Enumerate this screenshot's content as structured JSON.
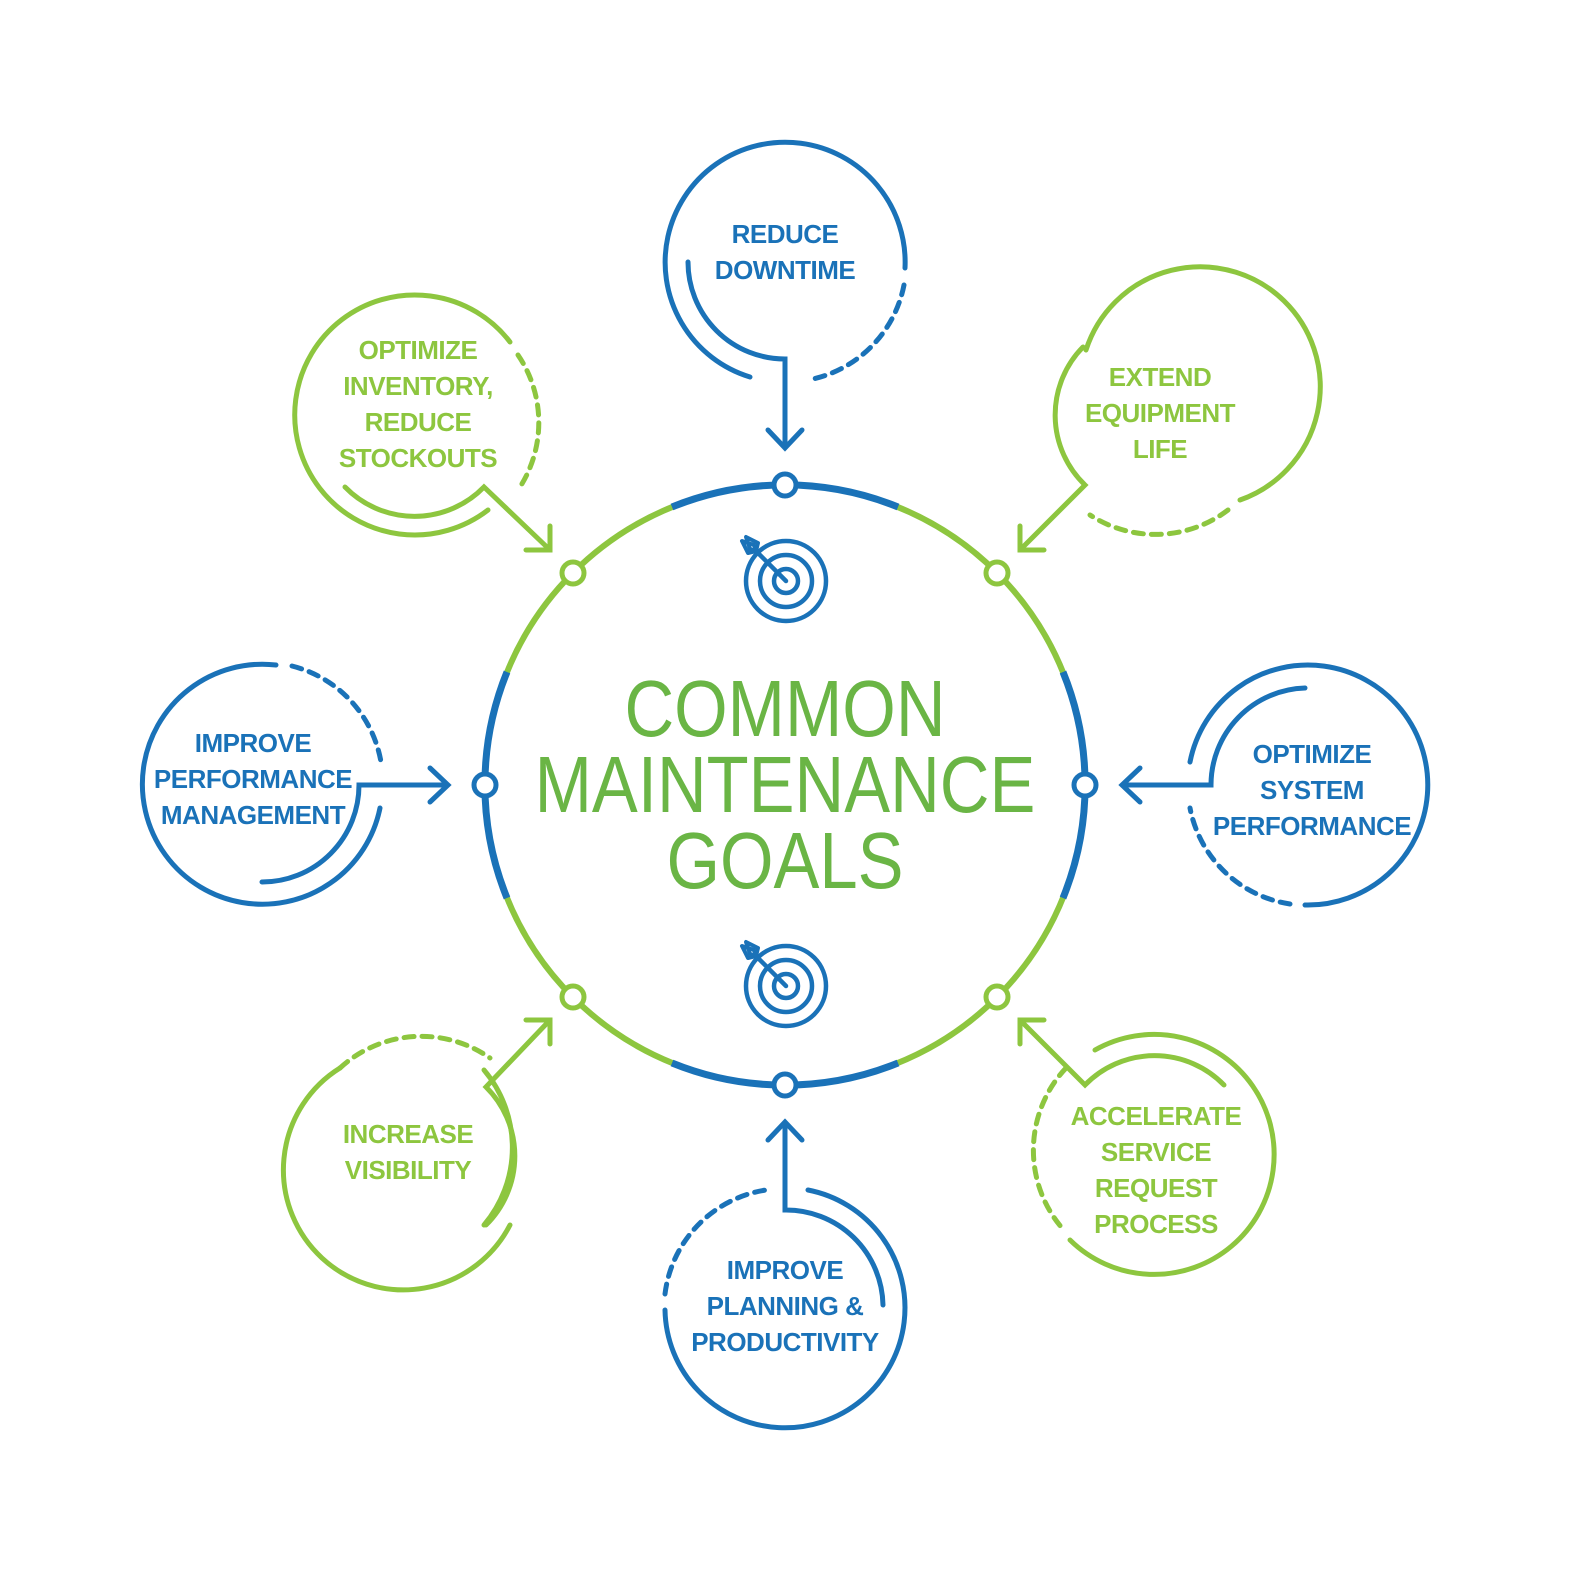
{
  "title": {
    "lines": [
      "COMMON",
      "MAINTENANCE",
      "GOALS"
    ],
    "color": "#6ab545"
  },
  "colors": {
    "blue": "#1a72b8",
    "green": "#8dc63f",
    "background": "#ffffff"
  },
  "icons": {
    "top": "target-arrow-icon",
    "bottom": "target-arrow-icon"
  },
  "goals": [
    {
      "id": "top",
      "lines": [
        "REDUCE",
        "DOWNTIME"
      ],
      "color": "blue"
    },
    {
      "id": "top-right",
      "lines": [
        "EXTEND",
        "EQUIPMENT",
        "LIFE"
      ],
      "color": "green"
    },
    {
      "id": "right",
      "lines": [
        "OPTIMIZE",
        "SYSTEM",
        "PERFORMANCE"
      ],
      "color": "blue"
    },
    {
      "id": "bottom-right",
      "lines": [
        "ACCELERATE",
        "SERVICE",
        "REQUEST",
        "PROCESS"
      ],
      "color": "green"
    },
    {
      "id": "bottom",
      "lines": [
        "IMPROVE",
        "PLANNING &",
        "PRODUCTIVITY"
      ],
      "color": "blue"
    },
    {
      "id": "bottom-left",
      "lines": [
        "INCREASE",
        "VISIBILITY"
      ],
      "color": "green"
    },
    {
      "id": "left",
      "lines": [
        "IMPROVE",
        "PERFORMANCE",
        "MANAGEMENT"
      ],
      "color": "blue"
    },
    {
      "id": "top-left",
      "lines": [
        "OPTIMIZE",
        "INVENTORY,",
        "REDUCE",
        "STOCKOUTS"
      ],
      "color": "green"
    }
  ]
}
